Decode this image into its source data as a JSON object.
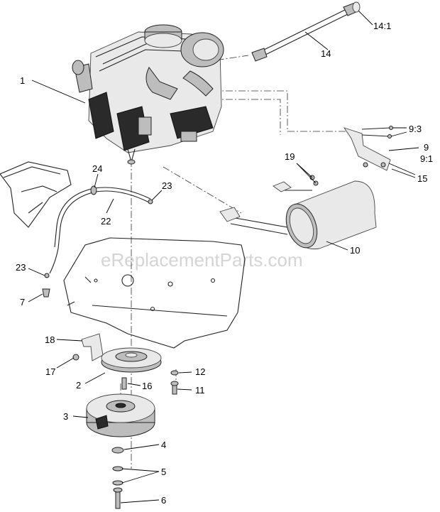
{
  "watermark": "eReplacementParts.com",
  "callouts": {
    "c1": "1",
    "c2": "2",
    "c3": "3",
    "c4": "4",
    "c5": "5",
    "c6": "6",
    "c7": "7",
    "c9": "9",
    "c9_1": "9:1",
    "c9_3": "9:3",
    "c10": "10",
    "c11": "11",
    "c12": "12",
    "c14": "14",
    "c14_1": "14:1",
    "c15": "15",
    "c16": "16",
    "c17": "17",
    "c18": "18",
    "c19": "19",
    "c22": "22",
    "c23a": "23",
    "c23b": "23",
    "c24": "24"
  }
}
